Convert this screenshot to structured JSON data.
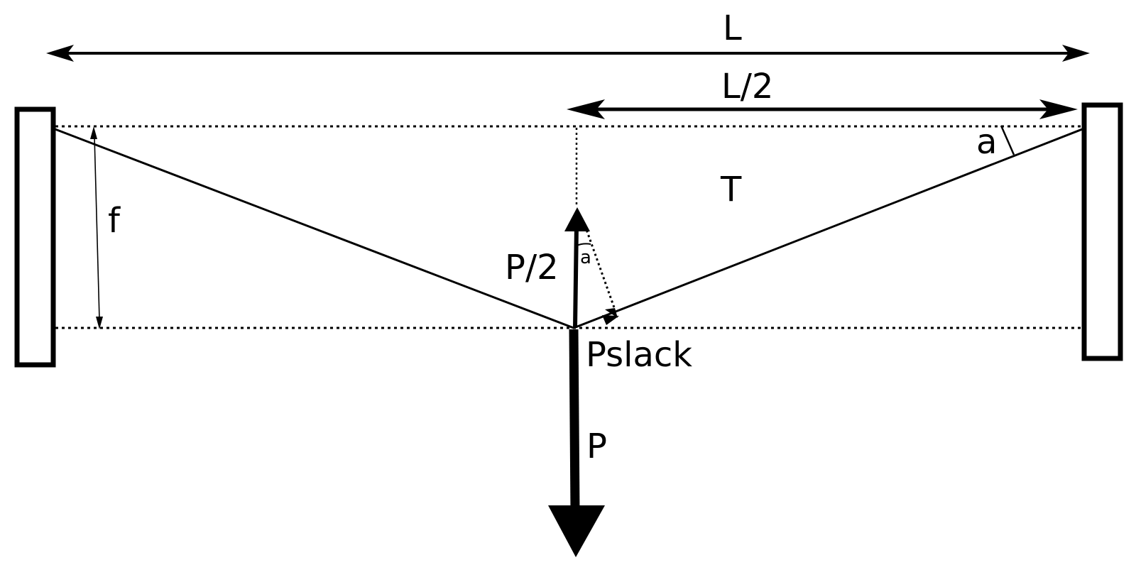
{
  "labels": {
    "span_total": "L",
    "span_half": "L/2",
    "sag": "f",
    "tension": "T",
    "angle_top": "a",
    "angle_small": "a",
    "half_load": "P/2",
    "slack_load": "Pslack",
    "load": "P"
  },
  "colors": {
    "stroke": "#000000",
    "background": "#ffffff"
  }
}
